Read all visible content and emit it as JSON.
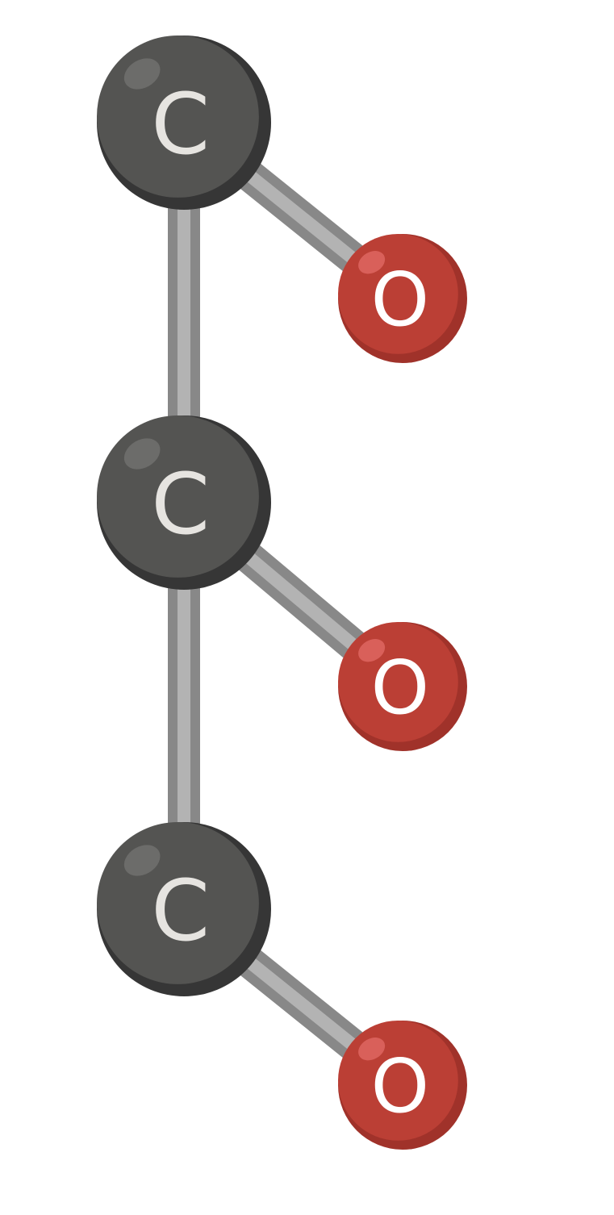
{
  "molecule": {
    "atoms": [
      {
        "id": "c1",
        "element": "C",
        "label": "C"
      },
      {
        "id": "c2",
        "element": "C",
        "label": "C"
      },
      {
        "id": "c3",
        "element": "C",
        "label": "C"
      },
      {
        "id": "o1",
        "element": "O",
        "label": "O"
      },
      {
        "id": "o2",
        "element": "O",
        "label": "O"
      },
      {
        "id": "o3",
        "element": "O",
        "label": "O"
      }
    ],
    "bonds": [
      {
        "from": "c1",
        "to": "c2"
      },
      {
        "from": "c2",
        "to": "c3"
      },
      {
        "from": "c1",
        "to": "o1"
      },
      {
        "from": "c2",
        "to": "o2"
      },
      {
        "from": "c3",
        "to": "o3"
      }
    ]
  },
  "colors": {
    "carbon": "#545452",
    "carbon_shadow": "#363636",
    "carbon_highlight": "#6c6c6a",
    "carbon_label": "#e6e4e0",
    "oxygen": "#bb3f35",
    "oxygen_shadow": "#a0322a",
    "oxygen_highlight": "#d9605a",
    "oxygen_label": "#ffffff",
    "bond_dark": "#888888",
    "bond_light": "#b3b3b3"
  }
}
